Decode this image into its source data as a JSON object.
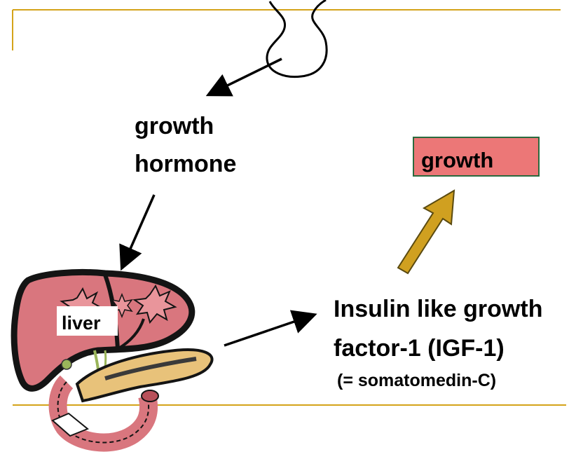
{
  "colors": {
    "rule_line": "#d4a31a",
    "growth_box_fill": "#ec7777",
    "growth_box_border": "#2a6a3e",
    "big_arrow": "#d0a020",
    "liver_fill": "#d9767e",
    "liver_dark": "#141414"
  },
  "labels": {
    "growth_hormone_line1": "growth",
    "growth_hormone_line2": "hormone",
    "growth_target": "growth",
    "liver": "liver",
    "igf_line1": "Insulin like growth",
    "igf_line2": "factor-1 (IGF-1)",
    "igf_alias": "(= somatomedin-C)"
  },
  "icons": [
    "pituitary-gland-icon",
    "liver-pancreas-illustration"
  ]
}
